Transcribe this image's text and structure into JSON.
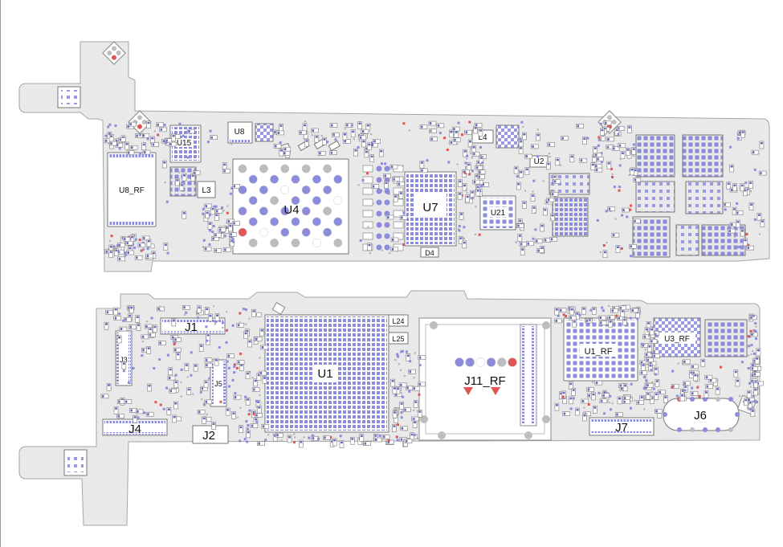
{
  "colors": {
    "board": "#e9e9e9",
    "board_edge": "#a6a6a6",
    "pad_blue": "#8c8cdc",
    "pad_dark": "#6a6ab8",
    "pad_red": "#e05555",
    "pad_grey": "#bdbdbd",
    "chip_white": "#ffffff"
  },
  "upper_board": {
    "labels": {
      "u8_rf": "U8_RF",
      "u15": "U15",
      "u8": "U8",
      "l3": "L3",
      "u4": "U4",
      "u7": "U7",
      "d4": "D4",
      "l4": "L4",
      "u2": "U2",
      "u21": "U21"
    }
  },
  "lower_board": {
    "labels": {
      "j1": "J1",
      "j3": "J3",
      "j5": "J5",
      "j4": "J4",
      "j2": "J2",
      "u1": "U1",
      "l24": "L24",
      "l25": "L25",
      "j11_rf": "J11_RF",
      "u1_rf": "U1_RF",
      "u3_rf": "U3_RF",
      "j7": "J7",
      "j6": "J6"
    }
  }
}
